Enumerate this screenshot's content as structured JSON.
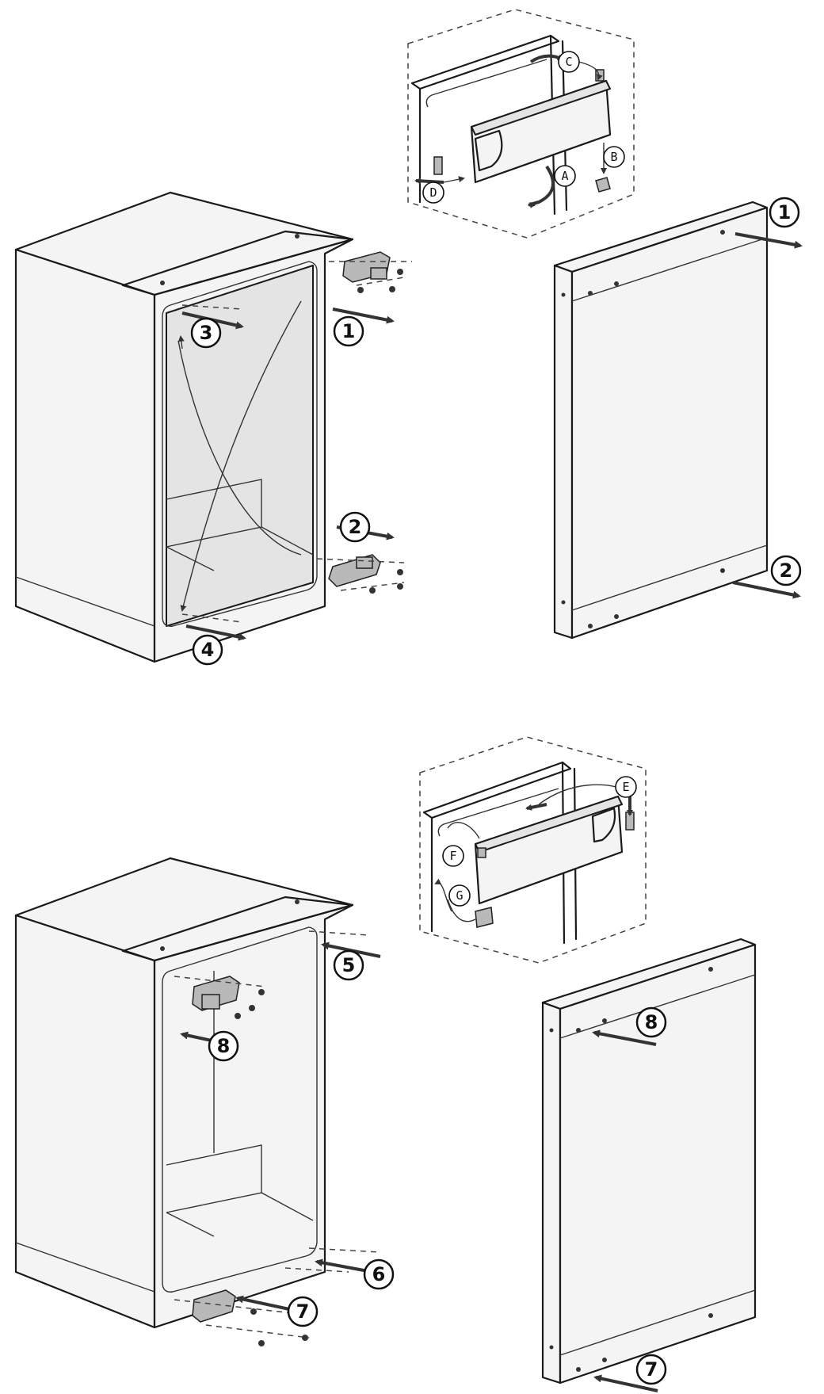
{
  "callouts": {
    "s1_left_1": "1",
    "s1_left_2": "2",
    "s1_left_3": "3",
    "s1_left_4": "4",
    "s1_door_1": "1",
    "s1_door_2": "2",
    "s2_left_5": "5",
    "s2_left_6": "6",
    "s2_left_7": "7",
    "s2_left_8": "8",
    "s2_door_8": "8",
    "s2_door_7": "7"
  },
  "letters": {
    "a": "A",
    "b": "B",
    "c": "C",
    "d": "D",
    "e": "E",
    "f": "F",
    "g": "G"
  }
}
